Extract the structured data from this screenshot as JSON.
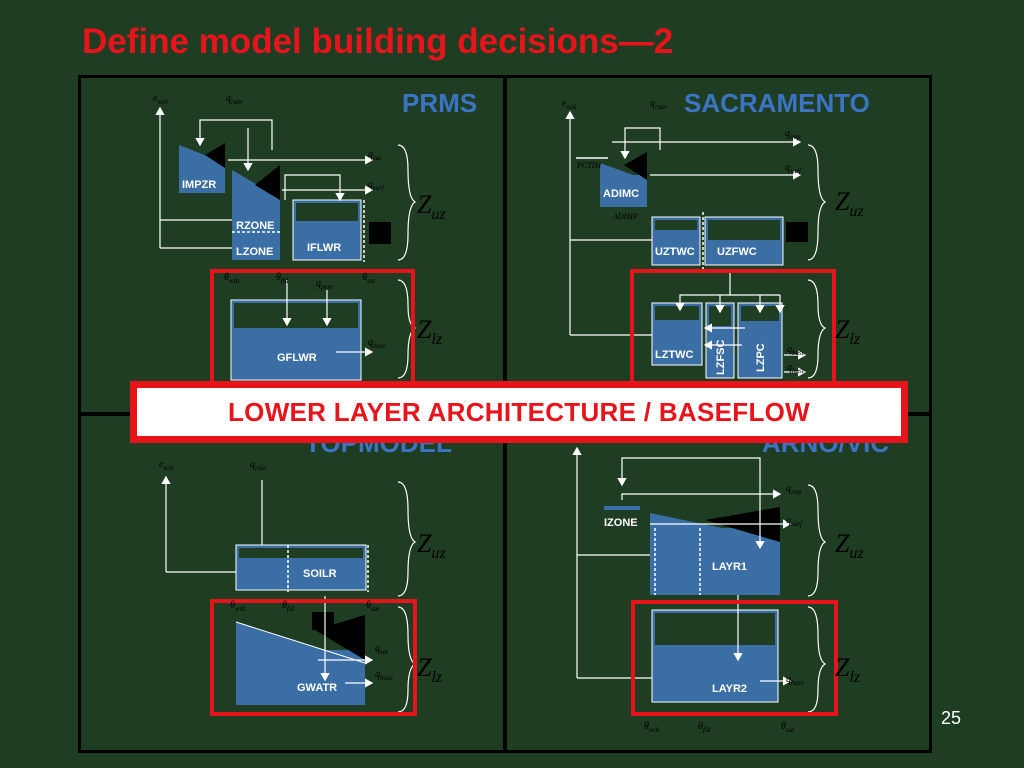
{
  "title": "Define model building decisions—2",
  "page_number": "25",
  "banner": "LOWER LAYER ARCHITECTURE / BASEFLOW",
  "models": {
    "prms": "PRMS",
    "sacramento": "SACRAMENTO",
    "topmodel": "TOPMODEL",
    "arno": "ARNO/VIC"
  },
  "stores": {
    "impzr": "IMPZR",
    "rzone": "RZONE",
    "lzone": "LZONE",
    "iflwr": "IFLWR",
    "gflwr": "GFLWR",
    "adimc": "ADIMC",
    "uztwc": "UZTWC",
    "uzfwc": "UZFWC",
    "lztwc": "LZTWC",
    "lzfsc": "LZFSC",
    "lzpc": "LZPC",
    "soilr": "SOILR",
    "gwatr": "GWATR",
    "izone": "IZONE",
    "layr1": "LAYR1",
    "layr2": "LAYR2"
  },
  "annotations": {
    "pctim": "PCTIM",
    "adimp": "ADIMP"
  },
  "vars": {
    "e": "e",
    "soil": "soil",
    "q": "q",
    "rain": "rain",
    "sat": "sat",
    "imp": "imp",
    "surf": "surf",
    "ifw": "ifw",
    "base": "base",
    "perc": "perc",
    "theta": "θ",
    "wilt": "wilt",
    "fld": "fld",
    "Z": "Z",
    "uz": "uz",
    "lz": "lz"
  },
  "colors": {
    "background": "#1f3d22",
    "store": "#3b6ea5",
    "accent": "#e8141c",
    "line": "#ffffff"
  }
}
